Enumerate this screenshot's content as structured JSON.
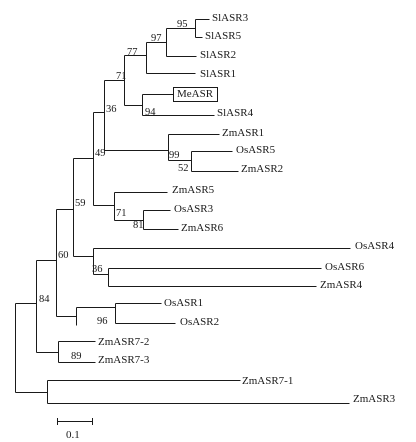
{
  "tree": {
    "taxa": {
      "SlASR3": "SlASR3",
      "SlASR5": "SlASR5",
      "SlASR2": "SlASR2",
      "SlASR1": "SlASR1",
      "MeASR": "MeASR",
      "SlASR4": "SlASR4",
      "ZmASR1": "ZmASR1",
      "OsASR5": "OsASR5",
      "ZmASR2": "ZmASR2",
      "ZmASR5": "ZmASR5",
      "OsASR3": "OsASR3",
      "ZmASR6": "ZmASR6",
      "OsASR4": "OsASR4",
      "OsASR6": "OsASR6",
      "ZmASR4": "ZmASR4",
      "OsASR1": "OsASR1",
      "OsASR2": "OsASR2",
      "ZmASR7_2": "ZmASR7-2",
      "ZmASR7_3": "ZmASR7-3",
      "ZmASR7_1": "ZmASR7-1",
      "ZmASR3": "ZmASR3"
    },
    "highlighted_taxon": "MeASR",
    "bootstrap": {
      "n95": "95",
      "n97": "97",
      "n77": "77",
      "n71a": "71",
      "n94": "94",
      "n36a": "36",
      "n99": "99",
      "n52": "52",
      "n49": "49",
      "n71b": "71",
      "n81": "81",
      "n59": "59",
      "n36b": "36",
      "n60": "60",
      "n96": "96",
      "n84": "84",
      "n89": "89"
    },
    "scale_bar_label": "0.1"
  }
}
